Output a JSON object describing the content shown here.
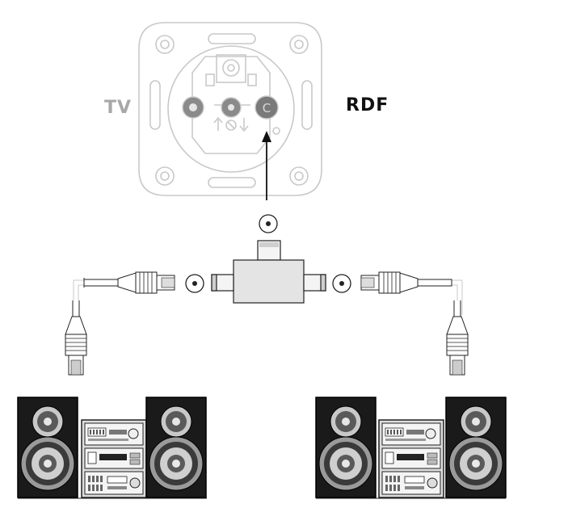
{
  "labels": {
    "tv": "TV",
    "rdf": "RDF"
  },
  "socket": {
    "port_letter": "C"
  },
  "colors": {
    "line": "#c9c9c9",
    "dark_line": "#222222",
    "tv_label": "#a8a8a8",
    "rdf_label": "#111111",
    "socket_port": "#7a7a7a",
    "splitter_body": "#e6e6e6",
    "speaker_cabinet": "#1a1a1a",
    "hifi_unit": "#f2f2f2"
  },
  "icons": {
    "antenna_socket": "antenna-wall-socket",
    "splitter": "coax-t-splitter",
    "plug": "coax-male-plug",
    "cable_end": "coax-female-cable-end",
    "stereo": "hifi-mini-system"
  },
  "stereo_systems": [
    "left",
    "right"
  ]
}
